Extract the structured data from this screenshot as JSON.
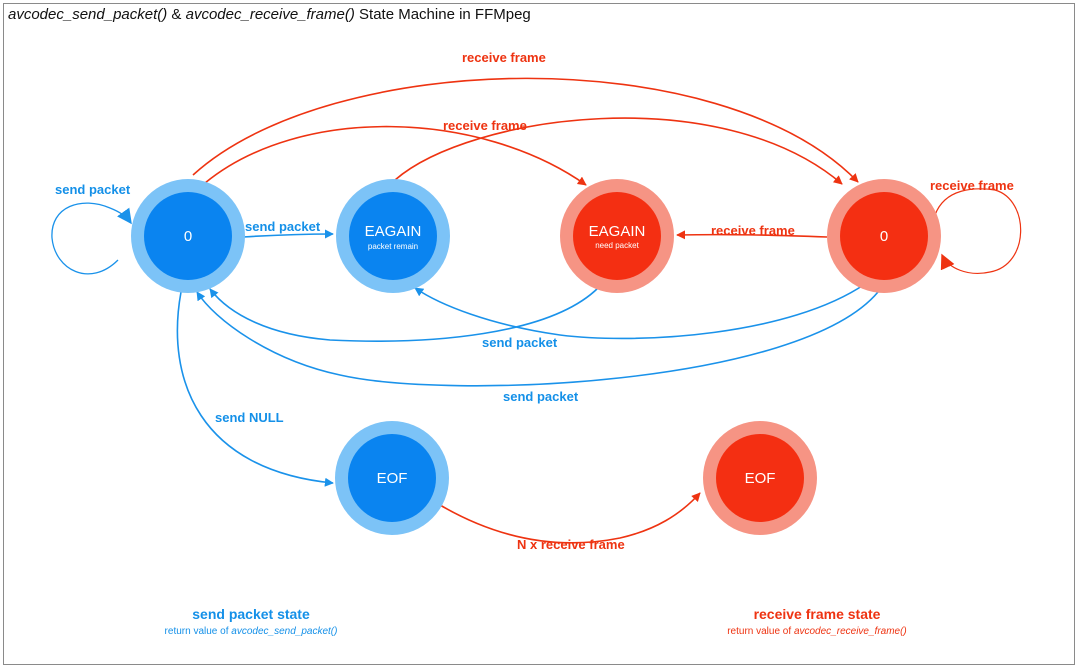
{
  "title": {
    "part1": "avcodec_send_packet()",
    "part2": " & ",
    "part3": "avcodec_receive_frame()",
    "part4": " State Machine in FFMpeg"
  },
  "nodes": {
    "send_zero": {
      "main": "0"
    },
    "send_eagain": {
      "main": "EAGAIN",
      "sub": "packet remain"
    },
    "recv_eagain": {
      "main": "EAGAIN",
      "sub": "need packet"
    },
    "recv_zero": {
      "main": "0"
    },
    "send_eof": {
      "main": "EOF"
    },
    "recv_eof": {
      "main": "EOF"
    }
  },
  "edges": {
    "self_send_packet": "send packet",
    "zero_to_eagain_send": "send packet",
    "top_receive_frame": "receive frame",
    "inner_receive_frame": "receive frame",
    "self_receive_frame": "receive frame",
    "recv_zero_to_recv_eagain": "receive frame",
    "recv_eagain_to_send_zero": "send packet",
    "recv_zero_to_send_zero": "send packet",
    "send_null": "send NULL",
    "n_receive_frame": "N x receive frame"
  },
  "legend": {
    "send": {
      "title": "send packet state",
      "sub_prefix": "return value of ",
      "sub_func": "avcodec_send_packet()"
    },
    "recv": {
      "title": "receive frame state",
      "sub_prefix": "return value of ",
      "sub_func": "avcodec_receive_frame()"
    }
  },
  "colors": {
    "blue_inner": "#0a84f0",
    "blue_outer": "#7cc3f7",
    "red_inner": "#f42f12",
    "red_outer": "#f69484",
    "blue_line": "#1a92ea",
    "red_line": "#ee3311"
  }
}
